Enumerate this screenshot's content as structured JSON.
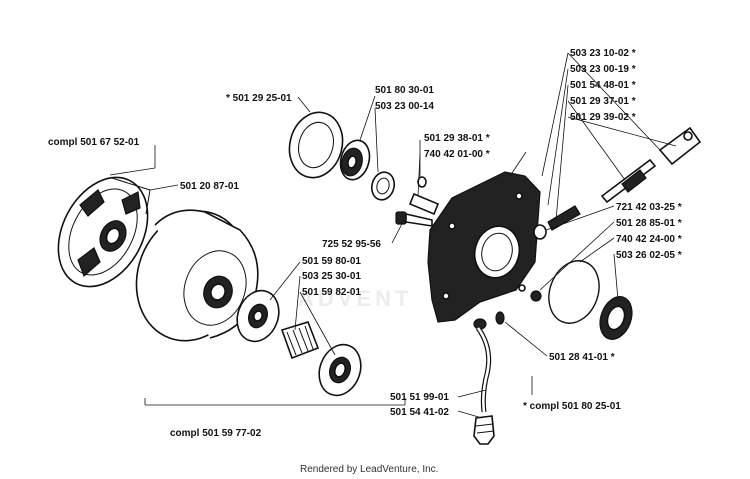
{
  "watermark": "ADVENT",
  "footer": "Rendered by LeadVenture, Inc.",
  "labels": {
    "compl_501_67_52_01": "compl 501 67 52-01",
    "p501_20_87_01": "501 20 87-01",
    "p501_29_25_01": "* 501 29 25-01",
    "p501_80_30_01": "501 80 30-01",
    "p503_23_00_14": "503 23 00-14",
    "p501_29_38_01": "501 29 38-01 *",
    "p740_42_01_00": "740 42 01-00 *",
    "p503_23_10_02": "503 23 10-02 *",
    "p503_23_00_19": "503 23 00-19 *",
    "p501_54_48_01": "501 54 48-01 *",
    "p501_29_37_01": "501 29 37-01 *",
    "p501_29_39_02": "501 29 39-02 *",
    "p725_52_95_56": "725 52 95-56",
    "p501_59_80_01": "501 59 80-01",
    "p503_25_30_01": "503 25 30-01",
    "p501_59_82_01": "501 59 82-01",
    "p721_42_03_25": "721 42 03-25 *",
    "p501_28_85_01": "501 28 85-01 *",
    "p740_42_24_00": "740 42 24-00 *",
    "p503_26_02_05": "503 26 02-05 *",
    "p501_28_41_01": "501 28 41-01 *",
    "p501_51_99_01": "501 51 99-01",
    "p501_54_41_02": "501 54 41-02",
    "compl_501_80_25_01": "* compl 501 80 25-01",
    "compl_501_59_77_02": "compl 501 59 77-02"
  }
}
